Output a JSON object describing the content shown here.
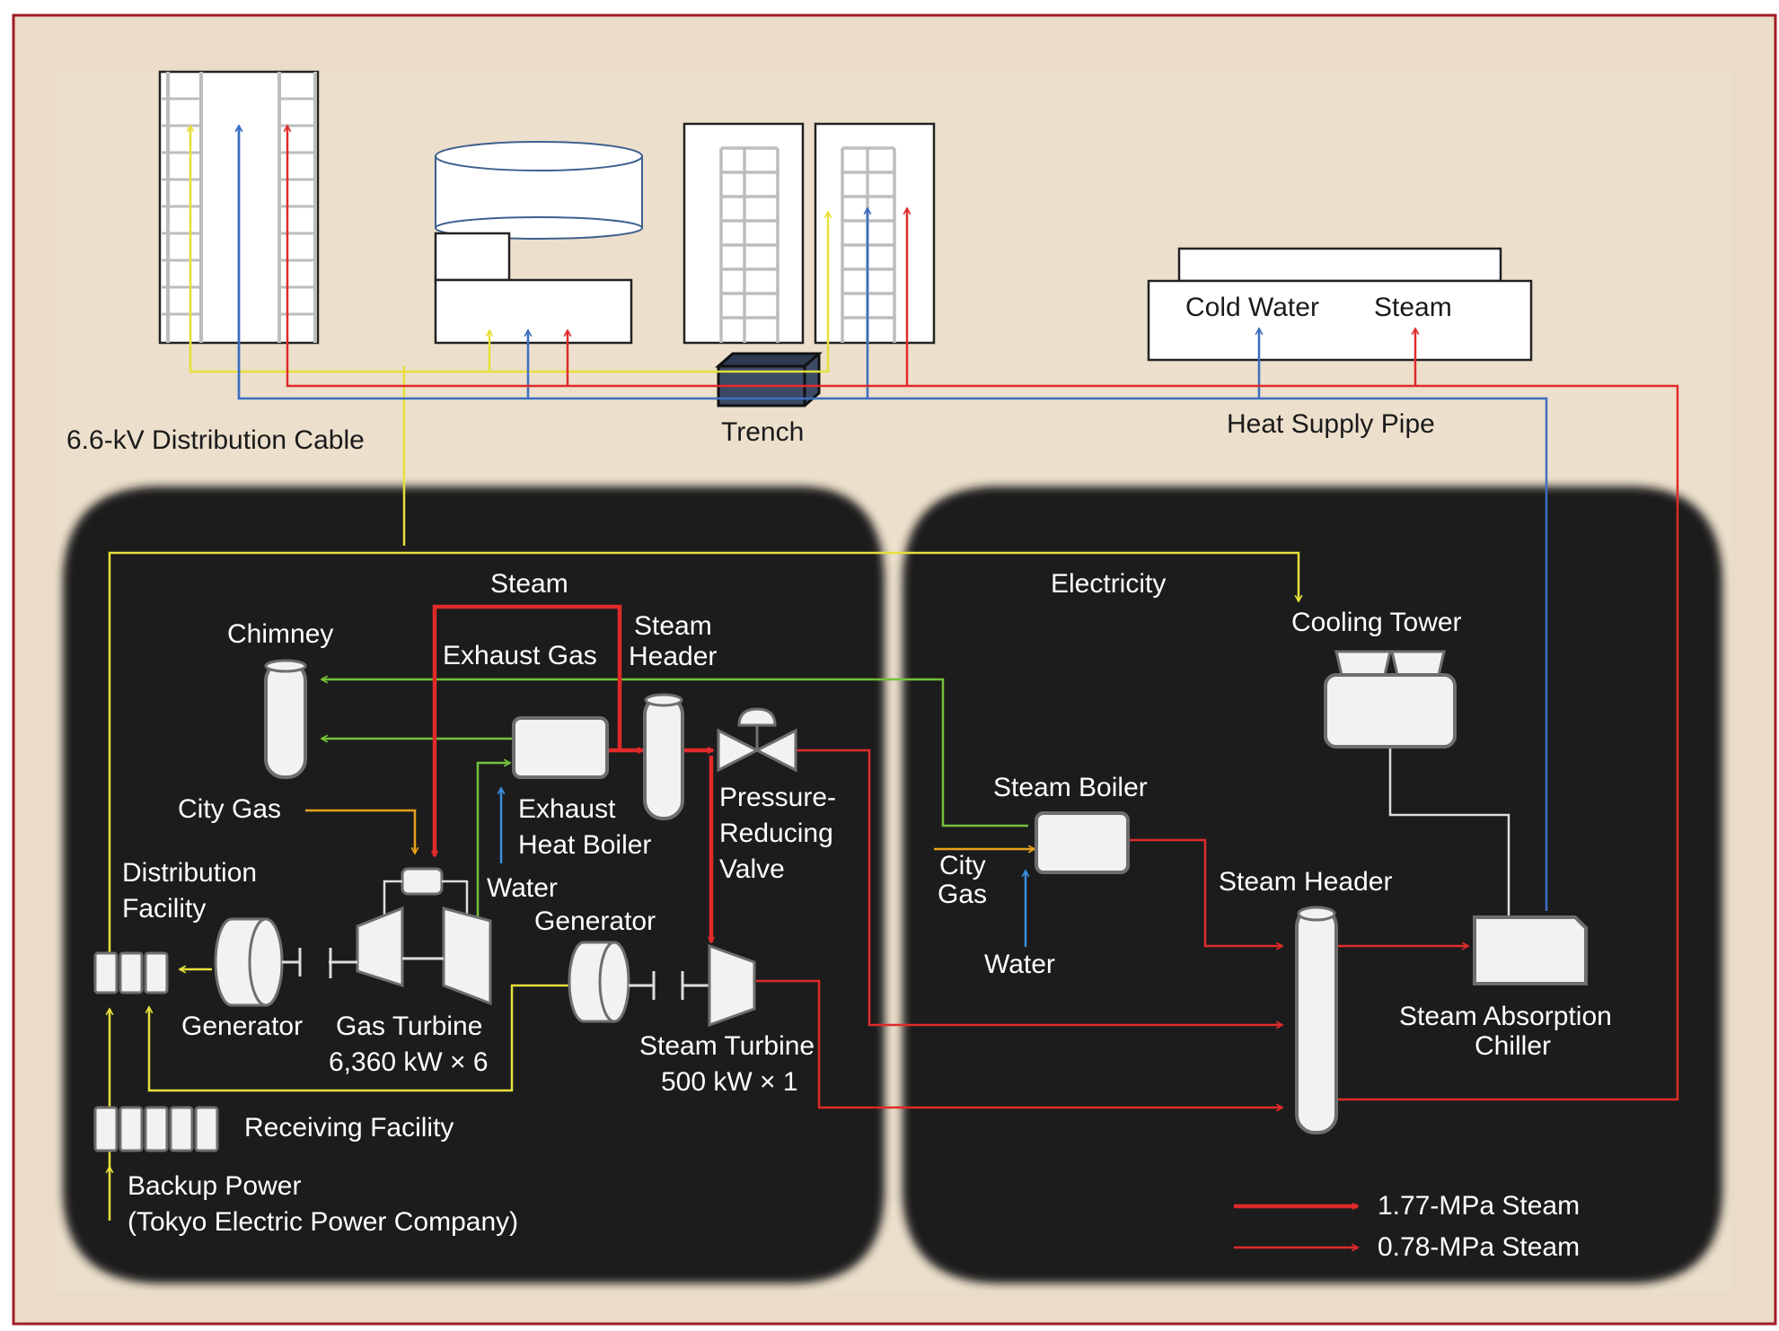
{
  "colors": {
    "frame": "#a01c24",
    "background": "#ebdcc8",
    "panel": "#1e1b1b",
    "equipment_fill": "#f2f2f2",
    "equipment_stroke": "#6e6e6e",
    "electricity": "#e6e03c",
    "cold_water": "#3a6fc0",
    "steam": "#e02a2a",
    "exhaust_gas": "#74c23a",
    "city_gas": "#e8a21c",
    "water": "#3a8ede"
  },
  "labels": {
    "distribution_cable": "6.6-kV Distribution Cable",
    "trench": "Trench",
    "heat_supply_pipe": "Heat Supply Pipe",
    "cold_water": "Cold Water",
    "steam_building": "Steam",
    "steam_top": "Steam",
    "electricity": "Electricity",
    "cooling_tower": "Cooling Tower",
    "chimney": "Chimney",
    "exhaust_gas": "Exhaust Gas",
    "steam_header_l1": "Steam",
    "steam_header_l2": "Header",
    "city_gas_left": "City Gas",
    "exhaust_heat_boiler_l1": "Exhaust",
    "exhaust_heat_boiler_l2": "Heat Boiler",
    "prv_l1": "Pressure-",
    "prv_l2": "Reducing",
    "prv_l3": "Valve",
    "water_left": "Water",
    "distribution_facility_l1": "Distribution",
    "distribution_facility_l2": "Facility",
    "generator_steam": "Generator",
    "generator_gas": "Generator",
    "gas_turbine_l1": "Gas Turbine",
    "gas_turbine_l2": "6,360 kW × 6",
    "steam_turbine_l1": "Steam Turbine",
    "steam_turbine_l2": "500 kW × 1",
    "receiving_facility": "Receiving Facility",
    "backup_power_l1": "Backup Power",
    "backup_power_l2": "(Tokyo Electric Power Company)",
    "steam_boiler": "Steam Boiler",
    "city_gas_right_l1": "City",
    "city_gas_right_l2": "Gas",
    "water_right": "Water",
    "steam_header_right": "Steam Header",
    "absorption_chiller_l1": "Steam Absorption",
    "absorption_chiller_l2": "Chiller"
  },
  "legend": {
    "high": "1.77-MPa Steam",
    "low": "0.78-MPa Steam"
  }
}
